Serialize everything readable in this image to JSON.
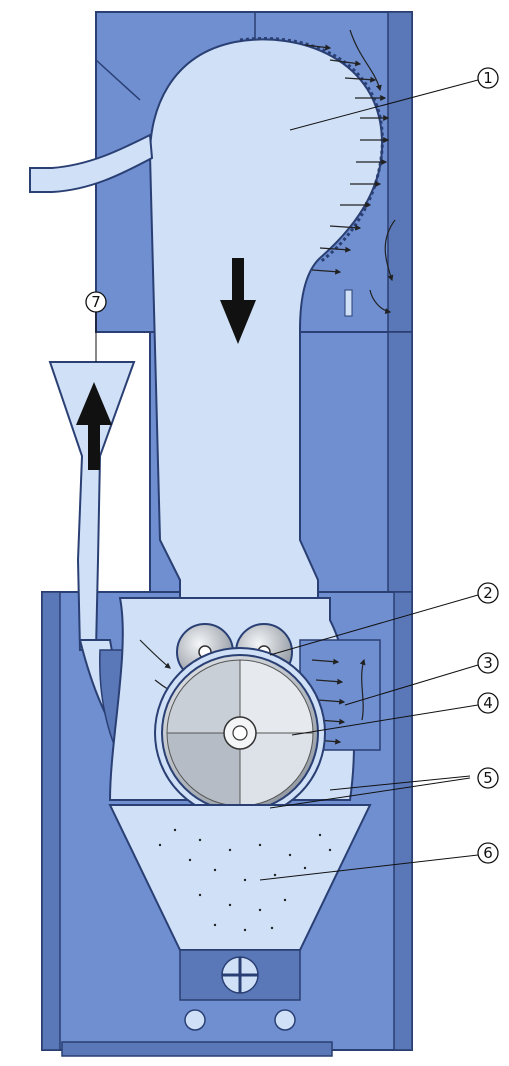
{
  "colors": {
    "body": "#6f8fd0",
    "body_dark": "#5a78b8",
    "outline": "#2a3f73",
    "air": "#cfe0f7",
    "arrow": "#111111",
    "drum_light": "#eef1f4",
    "drum_dark": "#9ba3ad",
    "background": "#ffffff"
  },
  "icons": {
    "flow_down": "arrow-down-icon",
    "flow_up": "arrow-up-icon"
  },
  "callouts": [
    {
      "id": "c1",
      "label": "1"
    },
    {
      "id": "c2",
      "label": "2"
    },
    {
      "id": "c3",
      "label": "3"
    },
    {
      "id": "c4",
      "label": "4"
    },
    {
      "id": "c5",
      "label": "5"
    },
    {
      "id": "c6",
      "label": "6"
    },
    {
      "id": "c7",
      "label": "7"
    }
  ]
}
